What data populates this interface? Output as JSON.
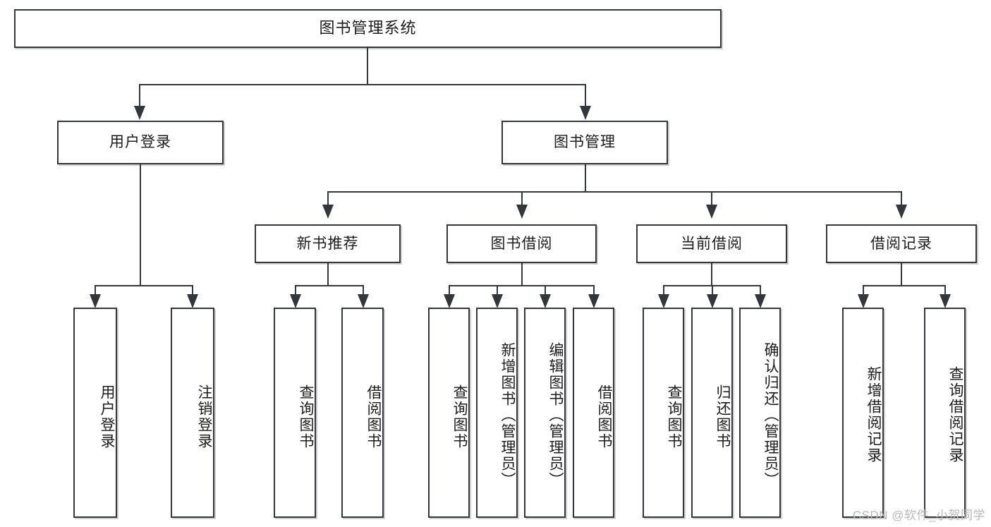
{
  "diagram": {
    "title": "图书管理系统",
    "type": "tree-hierarchy",
    "root": {
      "label": "图书管理系统"
    },
    "level1": [
      {
        "label": "用户登录"
      },
      {
        "label": "图书管理"
      }
    ],
    "level2": [
      {
        "label": "新书推荐"
      },
      {
        "label": "图书借阅"
      },
      {
        "label": "当前借阅"
      },
      {
        "label": "借阅记录"
      }
    ],
    "leaves": {
      "user_login": [
        {
          "label": "用户登录"
        },
        {
          "label": "注销登录"
        }
      ],
      "new_book_recommend": [
        {
          "label": "查询图书"
        },
        {
          "label": "借阅图书"
        }
      ],
      "book_borrow": [
        {
          "label": "查询图书"
        },
        {
          "label": "新增图书（管理员）"
        },
        {
          "label": "编辑图书（管理员）"
        },
        {
          "label": "借阅图书"
        }
      ],
      "current_borrow": [
        {
          "label": "查询图书"
        },
        {
          "label": "归还图书"
        },
        {
          "label": "确认归还（管理员）"
        }
      ],
      "borrow_record": [
        {
          "label": "新增借阅记录"
        },
        {
          "label": "查询借阅记录"
        }
      ]
    }
  },
  "watermark": {
    "text": "CSDN @软件_小贺同学"
  },
  "colors": {
    "stroke": "#33363b",
    "fill": "#ffffff",
    "text": "#1c1c1c",
    "watermark": "#b9b9b9"
  }
}
